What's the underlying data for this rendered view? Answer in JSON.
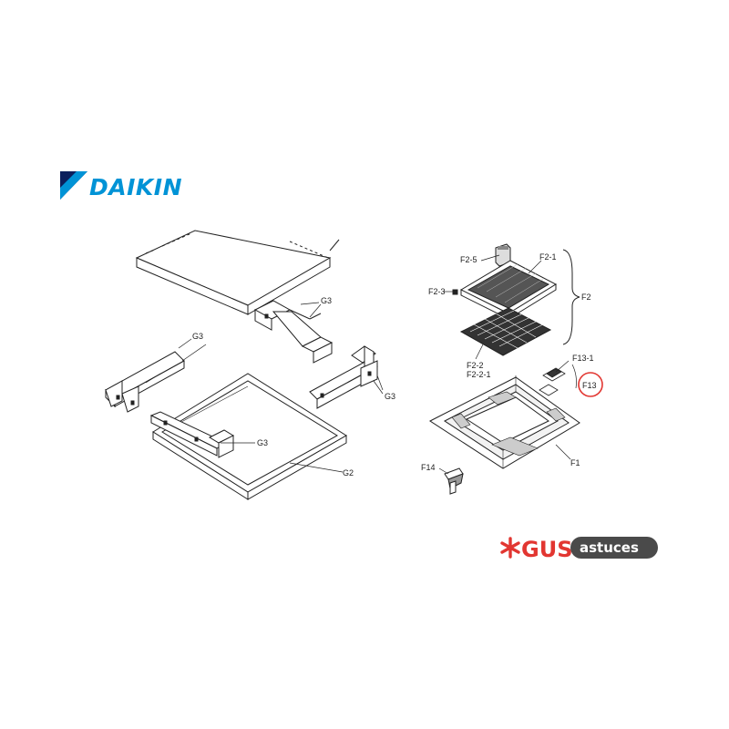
{
  "brand": {
    "daikin": "DAIKIN",
    "gus": "GUS",
    "astuces": "astuces",
    "colors": {
      "daikin": "#0093d6",
      "gus": "#e23631",
      "astuces_bg": "#4a4a4a",
      "highlight": "#e23631"
    }
  },
  "labels": {
    "g3_top": "G3",
    "g3_left": "G3",
    "g3_right": "G3",
    "g3_bottom": "G3",
    "g2": "G2",
    "f2_5": "F2-5",
    "f2_1": "F2-1",
    "f2_3": "F2-3",
    "f2": "F2",
    "f2_2": "F2-2",
    "f2_2_1": "F2-2-1",
    "f13_1": "F13-1",
    "f13": "F13",
    "f1": "F1",
    "f14": "F14"
  },
  "highlight": {
    "part": "F13",
    "icon": "red-circle-highlight"
  }
}
